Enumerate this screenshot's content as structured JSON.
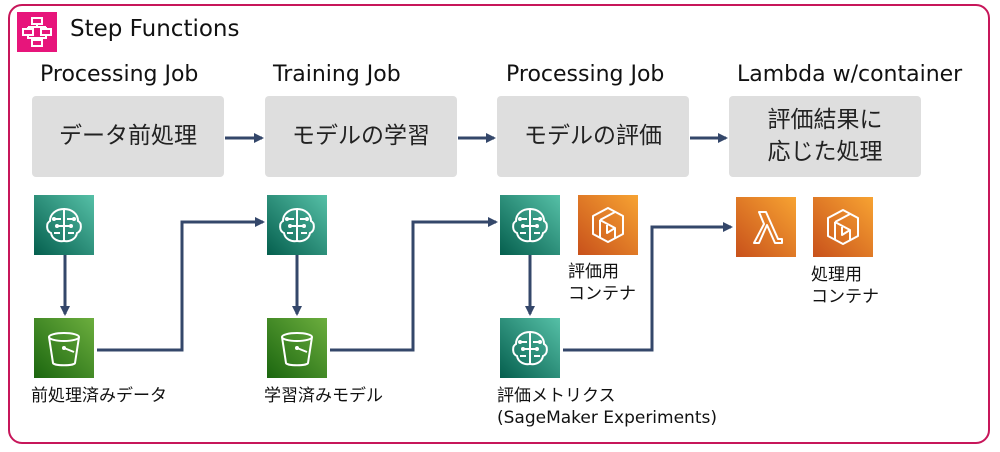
{
  "service": {
    "title": "Step Functions",
    "icon": "step-functions-icon",
    "accent": "#c7165a"
  },
  "columns": [
    {
      "header": "Processing Job",
      "step_lines": [
        "データ前処理"
      ]
    },
    {
      "header": "Training Job",
      "step_lines": [
        "モデルの学習"
      ]
    },
    {
      "header": "Processing Job",
      "step_lines": [
        "モデルの評価"
      ]
    },
    {
      "header": "Lambda w/container",
      "step_lines": [
        "評価結果に",
        "応じた処理"
      ]
    }
  ],
  "resources": {
    "preprocessed_data": {
      "label": "前処理済みデータ",
      "icon": "s3-bucket-icon"
    },
    "trained_model": {
      "label": "学習済みモデル",
      "icon": "s3-bucket-icon"
    },
    "eval_container": {
      "label_lines": [
        "評価用",
        "コンテナ"
      ],
      "icon": "container-icon"
    },
    "eval_metrics": {
      "label_lines": [
        "評価メトリクス",
        "(SageMaker Experiments)"
      ],
      "icon": "sagemaker-icon"
    },
    "proc_container": {
      "label_lines": [
        "処理用",
        "コンテナ"
      ],
      "icon": "container-icon"
    },
    "lambda": {
      "icon": "lambda-icon"
    }
  },
  "colors": {
    "sagemaker": "#1a8a6e",
    "s3": "#3b8c2a",
    "compute": "#e8761a",
    "arrow": "#34476a",
    "step_box": "#dedede"
  }
}
